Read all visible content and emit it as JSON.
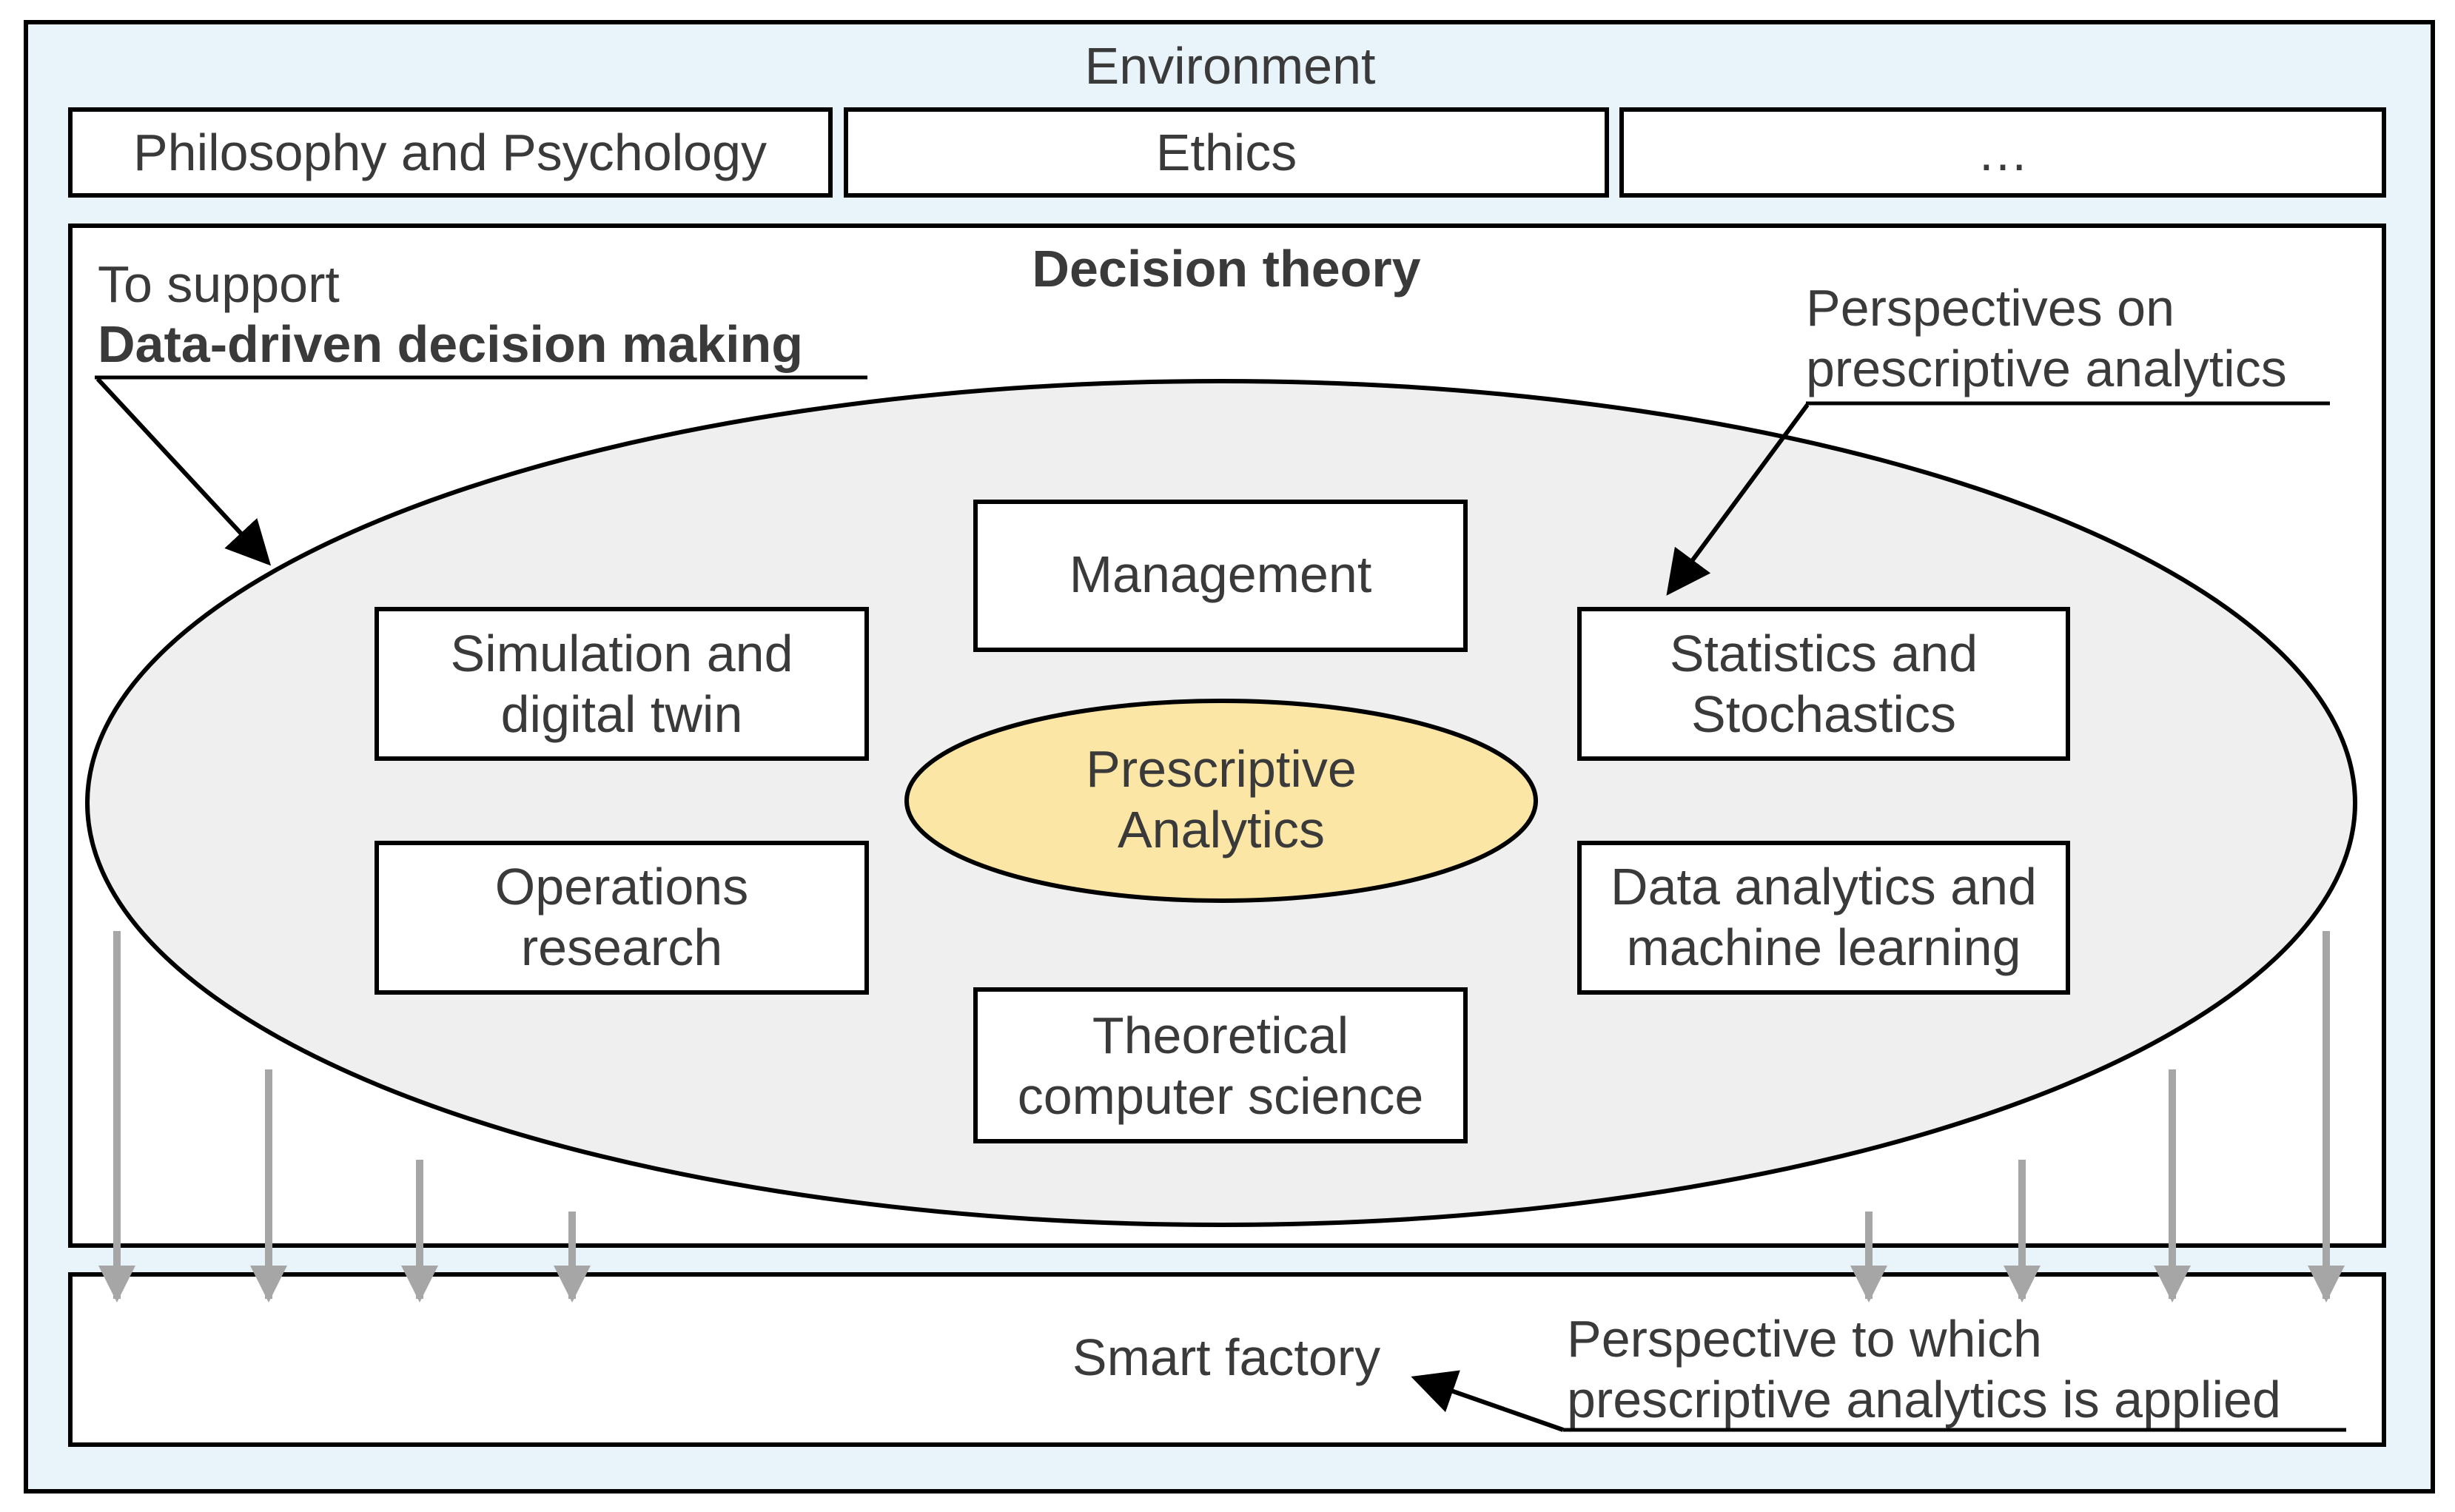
{
  "environment": {
    "title": "Environment",
    "top_boxes": [
      "Philosophy and Psychology",
      "Ethics",
      "…"
    ]
  },
  "decision_theory": {
    "title": "Decision theory",
    "support_line1": "To support",
    "support_line2": "Data-driven decision making",
    "perspectives_label": "Perspectives on\nprescriptive analytics"
  },
  "core": {
    "center": "Prescriptive\nAnalytics",
    "management": "Management",
    "simulation": "Simulation and\ndigital twin",
    "operations": "Operations\nresearch",
    "theoretical": "Theoretical\ncomputer science",
    "statistics": "Statistics and\nStochastics",
    "data_analytics": "Data analytics and\nmachine learning"
  },
  "application": {
    "smart_factory": "Smart factory",
    "applied_label": "Perspective to which\nprescriptive analytics is applied"
  },
  "colors": {
    "outer_bg": "#e8f3fa",
    "ellipse_fill": "#efefef",
    "center_fill": "#fce6a5",
    "arrow_gray": "#a6a6a6",
    "text": "#3a3a3a"
  }
}
